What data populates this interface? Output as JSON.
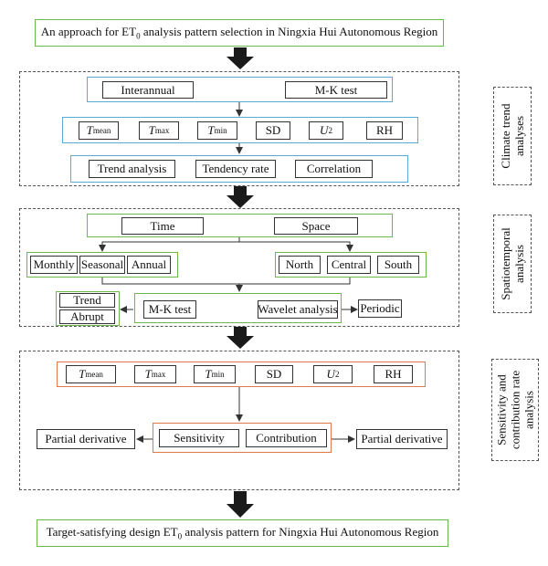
{
  "title": "An approach for ET",
  "title_sub": "0",
  "title_rest": " analysis pattern selection in Ningxia Hui Autonomous Region",
  "footer": "Target-satisfying design ET",
  "footer_sub": "0",
  "footer_rest": " analysis pattern for Ningxia Hui Autonomous Region",
  "sections": {
    "climate": {
      "label": "Climate trend\nanalyses",
      "top": [
        "Interannual",
        "M-K test"
      ],
      "vars": [
        {
          "sym": "T",
          "sub": "mean"
        },
        {
          "sym": "T",
          "sub": "max"
        },
        {
          "sym": "T",
          "sub": "min"
        },
        {
          "sym": "SD",
          "sub": ""
        },
        {
          "sym": "U",
          "sub": "2"
        },
        {
          "sym": "RH",
          "sub": ""
        }
      ],
      "bottom": [
        "Trend analysis",
        "Tendency rate",
        "Correlation"
      ]
    },
    "spatio": {
      "label": "Spatiotemporal\nanalysis",
      "top": [
        "Time",
        "Space"
      ],
      "time": [
        "Monthly",
        "Seasonal",
        "Annual"
      ],
      "space": [
        "North",
        "Central",
        "South"
      ],
      "results": [
        "Trend",
        "Abrupt"
      ],
      "methods": [
        "M-K test",
        "Wavelet analysis"
      ],
      "periodic": "Periodic"
    },
    "sensitivity": {
      "label": "Sensitivity and\ncontribution rate\nanalysis",
      "vars": [
        {
          "sym": "T",
          "sub": "mean"
        },
        {
          "sym": "T",
          "sub": "max"
        },
        {
          "sym": "T",
          "sub": "min"
        },
        {
          "sym": "SD",
          "sub": ""
        },
        {
          "sym": "U",
          "sub": "2"
        },
        {
          "sym": "RH",
          "sub": ""
        }
      ],
      "middle": [
        "Sensitivity",
        "Contribution"
      ],
      "left": "Partial derivative",
      "right": "Partial derivative"
    }
  }
}
